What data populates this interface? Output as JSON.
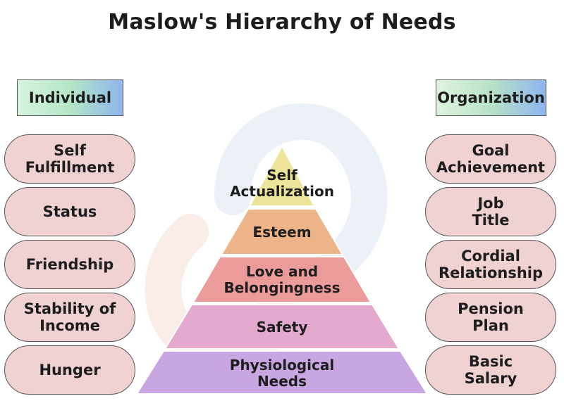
{
  "title": "Maslow's Hierarchy of Needs",
  "left_header": "Individual",
  "right_header": "Organization",
  "colors": {
    "individual_header_gradient": [
      "#d6f5de",
      "#b5e6c6",
      "#8fb5ee"
    ],
    "organization_header_gradient": [
      "#dff5dd",
      "#b8e2c8",
      "#8fb5ee"
    ],
    "pill_fill": "#f0d2d3",
    "watermark": "#e8ecf4"
  },
  "levels": [
    {
      "pyramid": "Self\nActualization",
      "individual": "Self\nFulfillment",
      "organization": "Goal\nAchievement",
      "color": "#ede59a"
    },
    {
      "pyramid": "Esteem",
      "individual": "Status",
      "organization": "Job\nTitle",
      "color": "#edb389"
    },
    {
      "pyramid": "Love and\nBelongingness",
      "individual": "Friendship",
      "organization": "Cordial\nRelationship",
      "color": "#ec9b9b"
    },
    {
      "pyramid": "Safety",
      "individual": "Stability of\nIncome",
      "organization": "Pension\nPlan",
      "color": "#e4a9cf"
    },
    {
      "pyramid": "Physiological\nNeeds",
      "individual": "Hunger",
      "organization": "Basic\nSalary",
      "color": "#c9a6e1"
    }
  ]
}
